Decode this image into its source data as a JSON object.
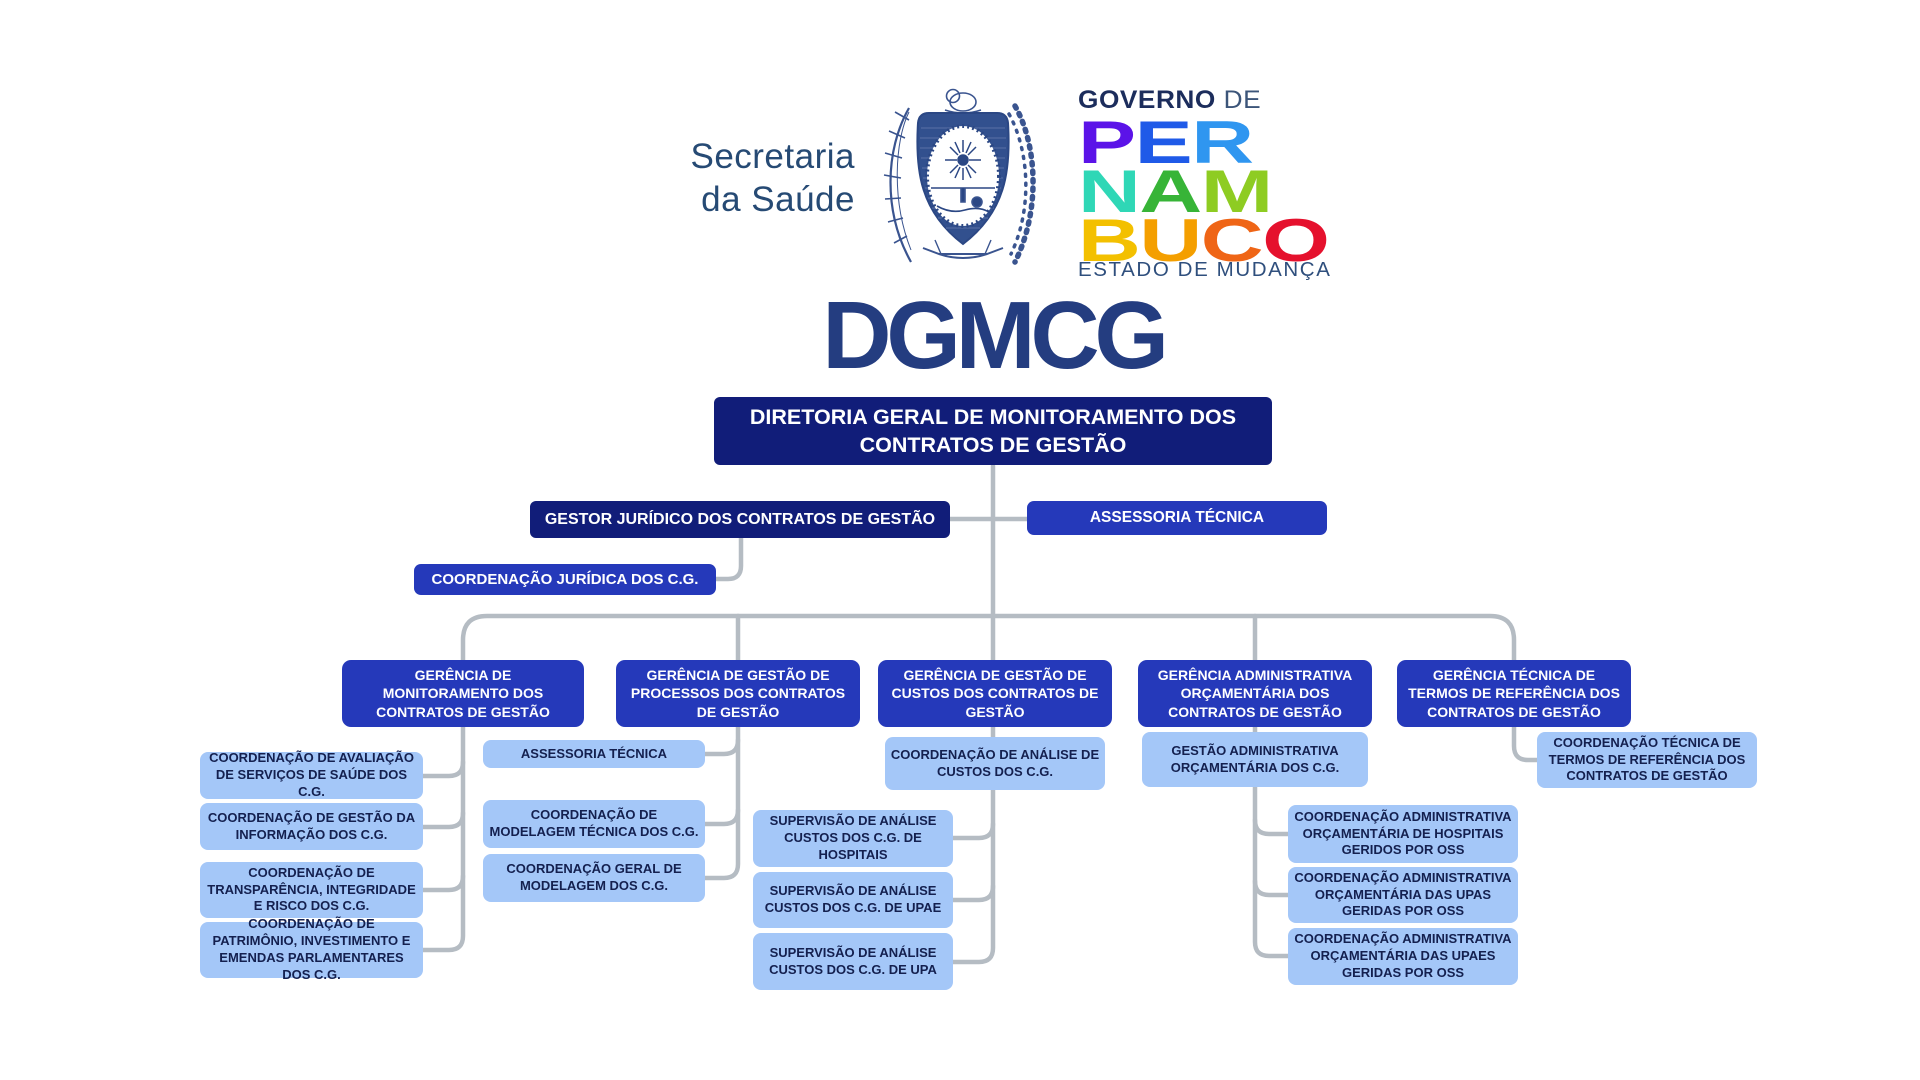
{
  "brand": {
    "secretaria": {
      "line1": "Secretaria",
      "line2": "da Saúde"
    },
    "governo": {
      "word_bold": "GOVERNO",
      "word_rest": " DE",
      "tagline": "ESTADO DE MUDANÇA",
      "letters": [
        {
          "ch": "P",
          "color": "#5b13e8"
        },
        {
          "ch": "E",
          "color": "#1f5ae8"
        },
        {
          "ch": "R",
          "color": "#2f96f0"
        },
        {
          "ch": "N",
          "color": "#2fd7b6"
        },
        {
          "ch": "A",
          "color": "#37b437"
        },
        {
          "ch": "M",
          "color": "#8ecc22"
        },
        {
          "ch": "B",
          "color": "#f3c000"
        },
        {
          "ch": "U",
          "color": "#f49f00"
        },
        {
          "ch": "C",
          "color": "#ef6516"
        },
        {
          "ch": "O",
          "color": "#e5112d"
        }
      ]
    }
  },
  "org": {
    "acronym": "DGMCG",
    "root": "DIRETORIA GERAL DE MONITORAMENTO DOS CONTRATOS DE GESTÃO",
    "staff": {
      "gestor": "GESTOR JURÍDICO DOS CONTRATOS DE GESTÃO",
      "assessoria": "ASSESSORIA TÉCNICA",
      "coord_juridica": "COORDENAÇÃO JURÍDICA DOS C.G."
    },
    "gerencias": [
      {
        "label": "GERÊNCIA DE MONITORAMENTO DOS CONTRATOS DE GESTÃO"
      },
      {
        "label": "GERÊNCIA DE GESTÃO DE PROCESSOS DOS CONTRATOS DE GESTÃO"
      },
      {
        "label": "GERÊNCIA DE GESTÃO DE CUSTOS DOS CONTRATOS DE GESTÃO"
      },
      {
        "label": "GERÊNCIA ADMINISTRATIVA ORÇAMENTÁRIA DOS CONTRATOS DE GESTÃO"
      },
      {
        "label": "GERÊNCIA TÉCNICA DE TERMOS DE REFERÊNCIA DOS CONTRATOS DE GESTÃO"
      }
    ],
    "monitoramento_children": [
      {
        "label": "COORDENAÇÃO DE AVALIAÇÃO DE SERVIÇOS DE SAÚDE DOS C.G."
      },
      {
        "label": "COORDENAÇÃO DE GESTÃO DA INFORMAÇÃO DOS C.G."
      },
      {
        "label": "COORDENAÇÃO DE TRANSPARÊNCIA, INTEGRIDADE E RISCO DOS C.G."
      },
      {
        "label": "COORDENAÇÃO DE PATRIMÔNIO, INVESTIMENTO E EMENDAS PARLAMENTARES DOS C.G."
      }
    ],
    "processos_children": [
      {
        "label": "ASSESSORIA TÉCNICA"
      },
      {
        "label": "COORDENAÇÃO DE MODELAGEM TÉCNICA DOS C.G."
      },
      {
        "label": "COORDENAÇÃO GERAL DE MODELAGEM DOS C.G."
      }
    ],
    "custos": {
      "head": "COORDENAÇÃO DE ANÁLISE DE CUSTOS DOS C.G.",
      "subs": [
        {
          "label": "SUPERVISÃO DE ANÁLISE CUSTOS DOS C.G. DE HOSPITAIS"
        },
        {
          "label": "SUPERVISÃO DE ANÁLISE CUSTOS DOS C.G. DE UPAE"
        },
        {
          "label": "SUPERVISÃO DE ANÁLISE CUSTOS DOS C.G. DE UPA"
        }
      ]
    },
    "administrativa": {
      "head": "GESTÃO ADMINISTRATIVA ORÇAMENTÁRIA DOS C.G.",
      "subs": [
        {
          "label": "COORDENAÇÃO ADMINISTRATIVA ORÇAMENTÁRIA DE HOSPITAIS GERIDOS POR OSS"
        },
        {
          "label": "COORDENAÇÃO ADMINISTRATIVA ORÇAMENTÁRIA DAS UPAS GERIDAS POR OSS"
        },
        {
          "label": "COORDENAÇÃO ADMINISTRATIVA ORÇAMENTÁRIA DAS UPAES GERIDAS POR OSS"
        }
      ]
    },
    "termos_children": [
      {
        "label": "COORDENAÇÃO TÉCNICA DE TERMOS DE REFERÊNCIA DOS CONTRATOS DE GESTÃO"
      }
    ]
  },
  "colors": {
    "dark_navy": "#111d79",
    "medium_blue": "#2539ba",
    "light_blue": "#a4c7f8",
    "connector_gray": "#b5bcc3",
    "acronym_navy": "#243d80"
  }
}
